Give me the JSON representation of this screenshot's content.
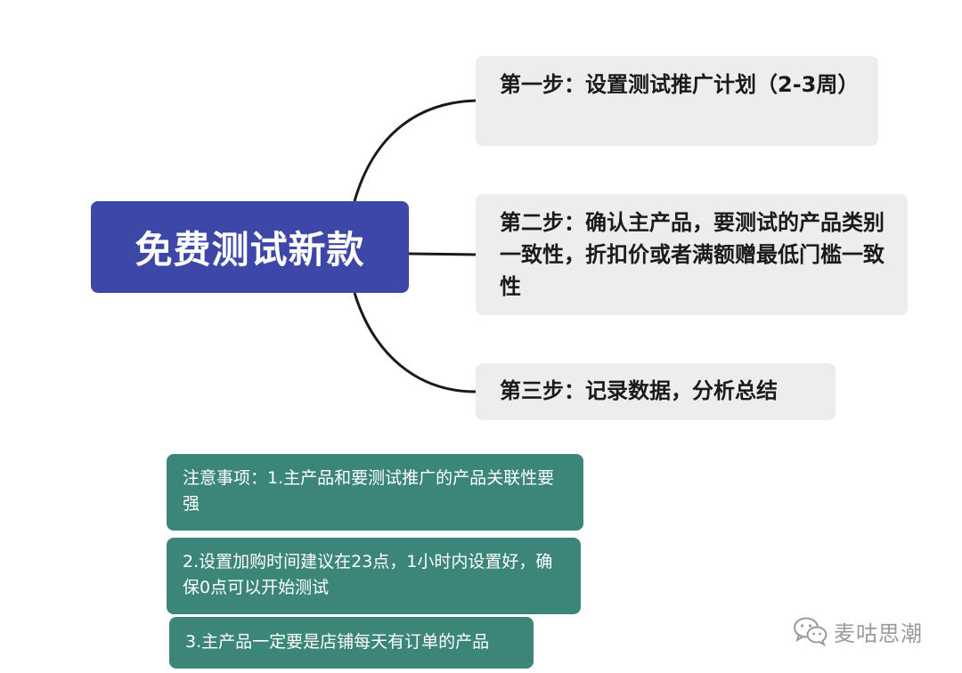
{
  "root": {
    "title": "免费测试新款"
  },
  "steps": [
    {
      "text": "第一步：设置测试推广计划（2-3周）"
    },
    {
      "text": "第二步：确认主产品，要测试的产品类别一致性，折扣价或者满额赠最低门槛一致性"
    },
    {
      "text": "第三步：记录数据，分析总结"
    }
  ],
  "notes": [
    {
      "text": "注意事项：1.主产品和要测试推广的产品关联性要强"
    },
    {
      "text": "2.设置加购时间建议在23点，1小时内设置好，确保0点可以开始测试"
    },
    {
      "text": "3.主产品一定要是店铺每天有订单的产品"
    }
  ],
  "watermark": {
    "text": "麦咕思潮",
    "icon": "wechat-icon"
  },
  "colors": {
    "root_bg": "#3d47a8",
    "step_bg": "#ededed",
    "note_bg": "#3b8679",
    "connector": "#1a1a1a"
  }
}
